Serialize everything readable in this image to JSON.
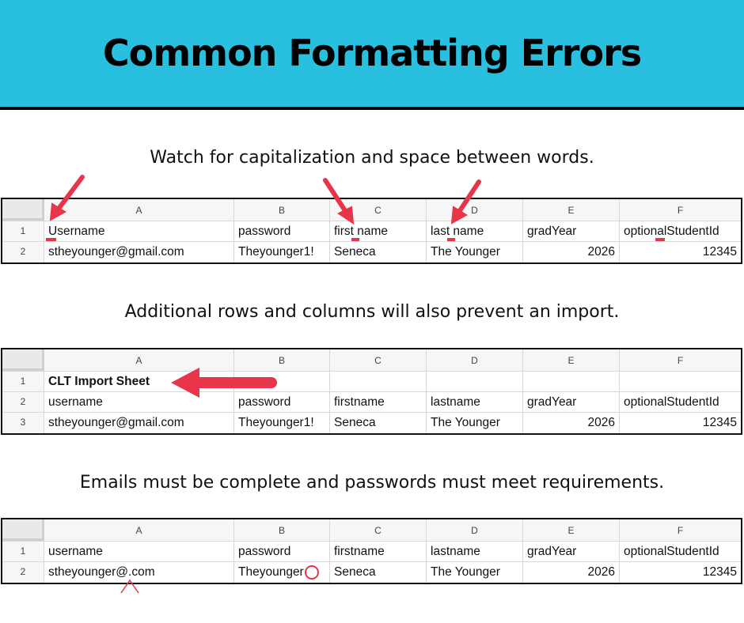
{
  "title": "Common Formatting Errors",
  "colors": {
    "banner": "#29c0e0",
    "accent_red": "#e8354a"
  },
  "sections": [
    {
      "caption": "Watch for capitalization and space between words.",
      "columns": [
        "A",
        "B",
        "C",
        "D",
        "E",
        "F"
      ],
      "rows": [
        {
          "num": "1",
          "cells": [
            "Username",
            "password",
            "first name",
            "last name",
            "gradYear",
            "optionalStudentId"
          ]
        },
        {
          "num": "2",
          "cells": [
            "stheyounger@gmail.com",
            "Theyounger1!",
            "Seneca",
            "The Younger",
            "2026",
            "12345"
          ]
        }
      ],
      "annotations": [
        "arrow-to-capital-U",
        "arrow-to-space-first-name",
        "arrow-to-space-last-name",
        "underline-optional-al"
      ]
    },
    {
      "caption": "Additional rows and columns will also prevent an import.",
      "columns": [
        "A",
        "B",
        "C",
        "D",
        "E",
        "F"
      ],
      "rows": [
        {
          "num": "1",
          "cells": [
            "CLT Import Sheet",
            "",
            "",
            "",
            "",
            ""
          ]
        },
        {
          "num": "2",
          "cells": [
            "username",
            "password",
            "firstname",
            "lastname",
            "gradYear",
            "optionalStudentId"
          ]
        },
        {
          "num": "3",
          "cells": [
            "stheyounger@gmail.com",
            "Theyounger1!",
            "Seneca",
            "The Younger",
            "2026",
            "12345"
          ]
        }
      ],
      "annotations": [
        "arrow-left-to-extra-row"
      ]
    },
    {
      "caption": "Emails must be complete and passwords must meet requirements.",
      "columns": [
        "A",
        "B",
        "C",
        "D",
        "E",
        "F"
      ],
      "rows": [
        {
          "num": "1",
          "cells": [
            "username",
            "password",
            "firstname",
            "lastname",
            "gradYear",
            "optionalStudentId"
          ]
        },
        {
          "num": "2",
          "cells": [
            "stheyounger@.com",
            "Theyounger",
            "Seneca",
            "The Younger",
            "2026",
            "12345"
          ]
        }
      ],
      "annotations": [
        "caret-missing-domain",
        "circle-missing-password-chars"
      ]
    }
  ]
}
